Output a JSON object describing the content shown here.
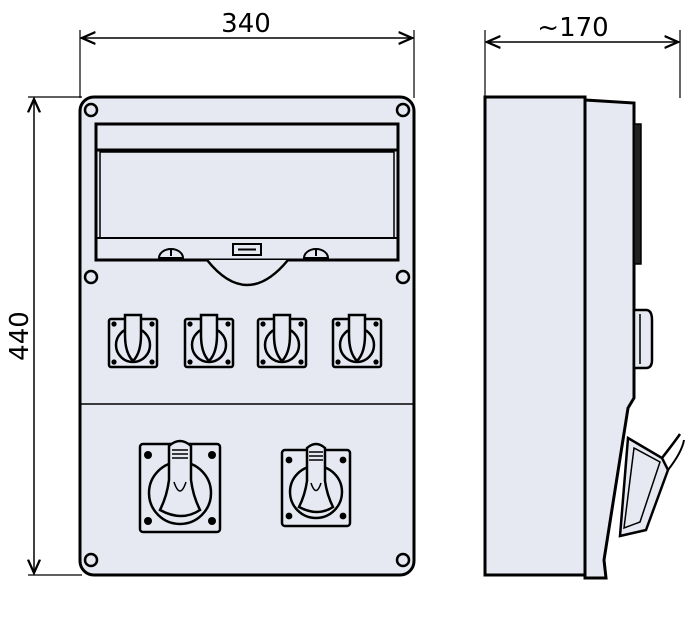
{
  "dimensions": {
    "front_width": "340",
    "height": "440",
    "side_depth": "~170"
  },
  "colors": {
    "body_fill": "#e6e9f2",
    "line": "#000000",
    "background": "#ffffff"
  },
  "views": [
    "front-view",
    "side-view"
  ],
  "components": {
    "small_sockets": 4,
    "large_sockets": 2,
    "mounting_holes": 6
  }
}
